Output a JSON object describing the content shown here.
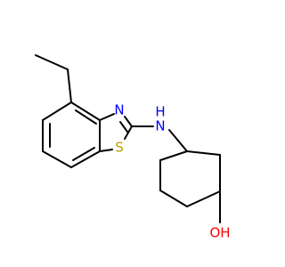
{
  "molecule": {
    "atoms": {
      "nitrogen_ring": "N",
      "sulfur": "S",
      "nitrogen_amine_n": "N",
      "nitrogen_amine_h": "H",
      "oxygen_hydroxyl": "OH"
    },
    "colors": {
      "bond": "#000000",
      "nitrogen": "#0000FF",
      "sulfur": "#B8A000",
      "oxygen": "#FF0000"
    }
  }
}
